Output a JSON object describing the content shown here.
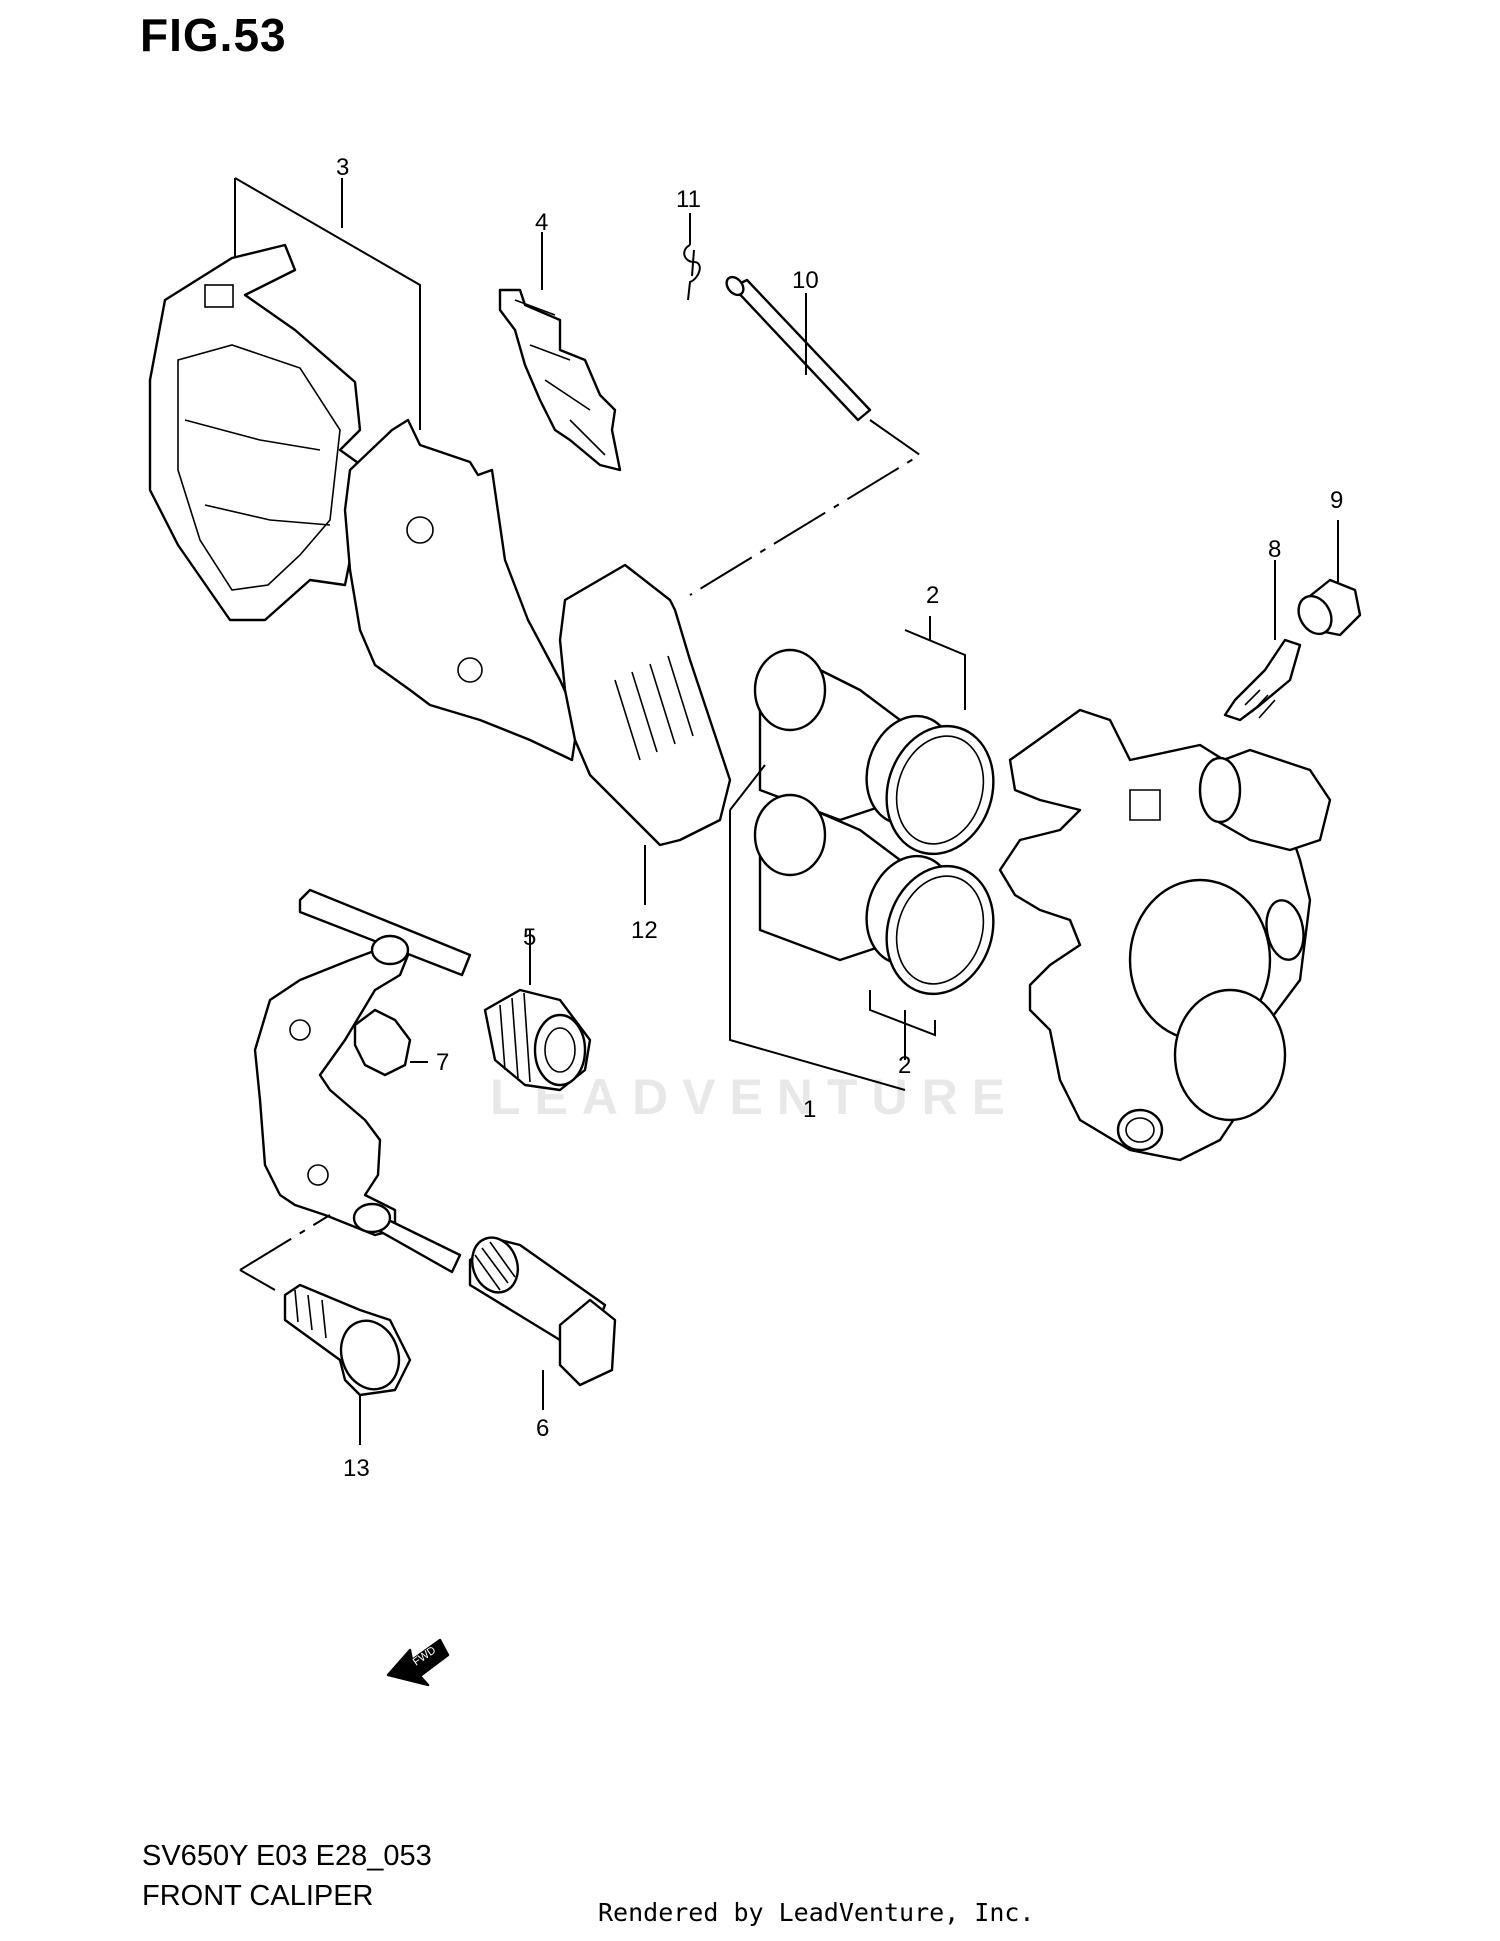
{
  "figure": {
    "title": "FIG.53",
    "model_code": "SV650Y E03 E28_053",
    "section_name": "FRONT CALIPER",
    "credit": "Rendered by LeadVenture, Inc.",
    "watermark": "LEADVENTURE",
    "fwd_arrow_label": "FWD"
  },
  "callouts": [
    "1",
    "2",
    "2",
    "3",
    "4",
    "5",
    "6",
    "7",
    "8",
    "9",
    "10",
    "11",
    "12",
    "13"
  ]
}
